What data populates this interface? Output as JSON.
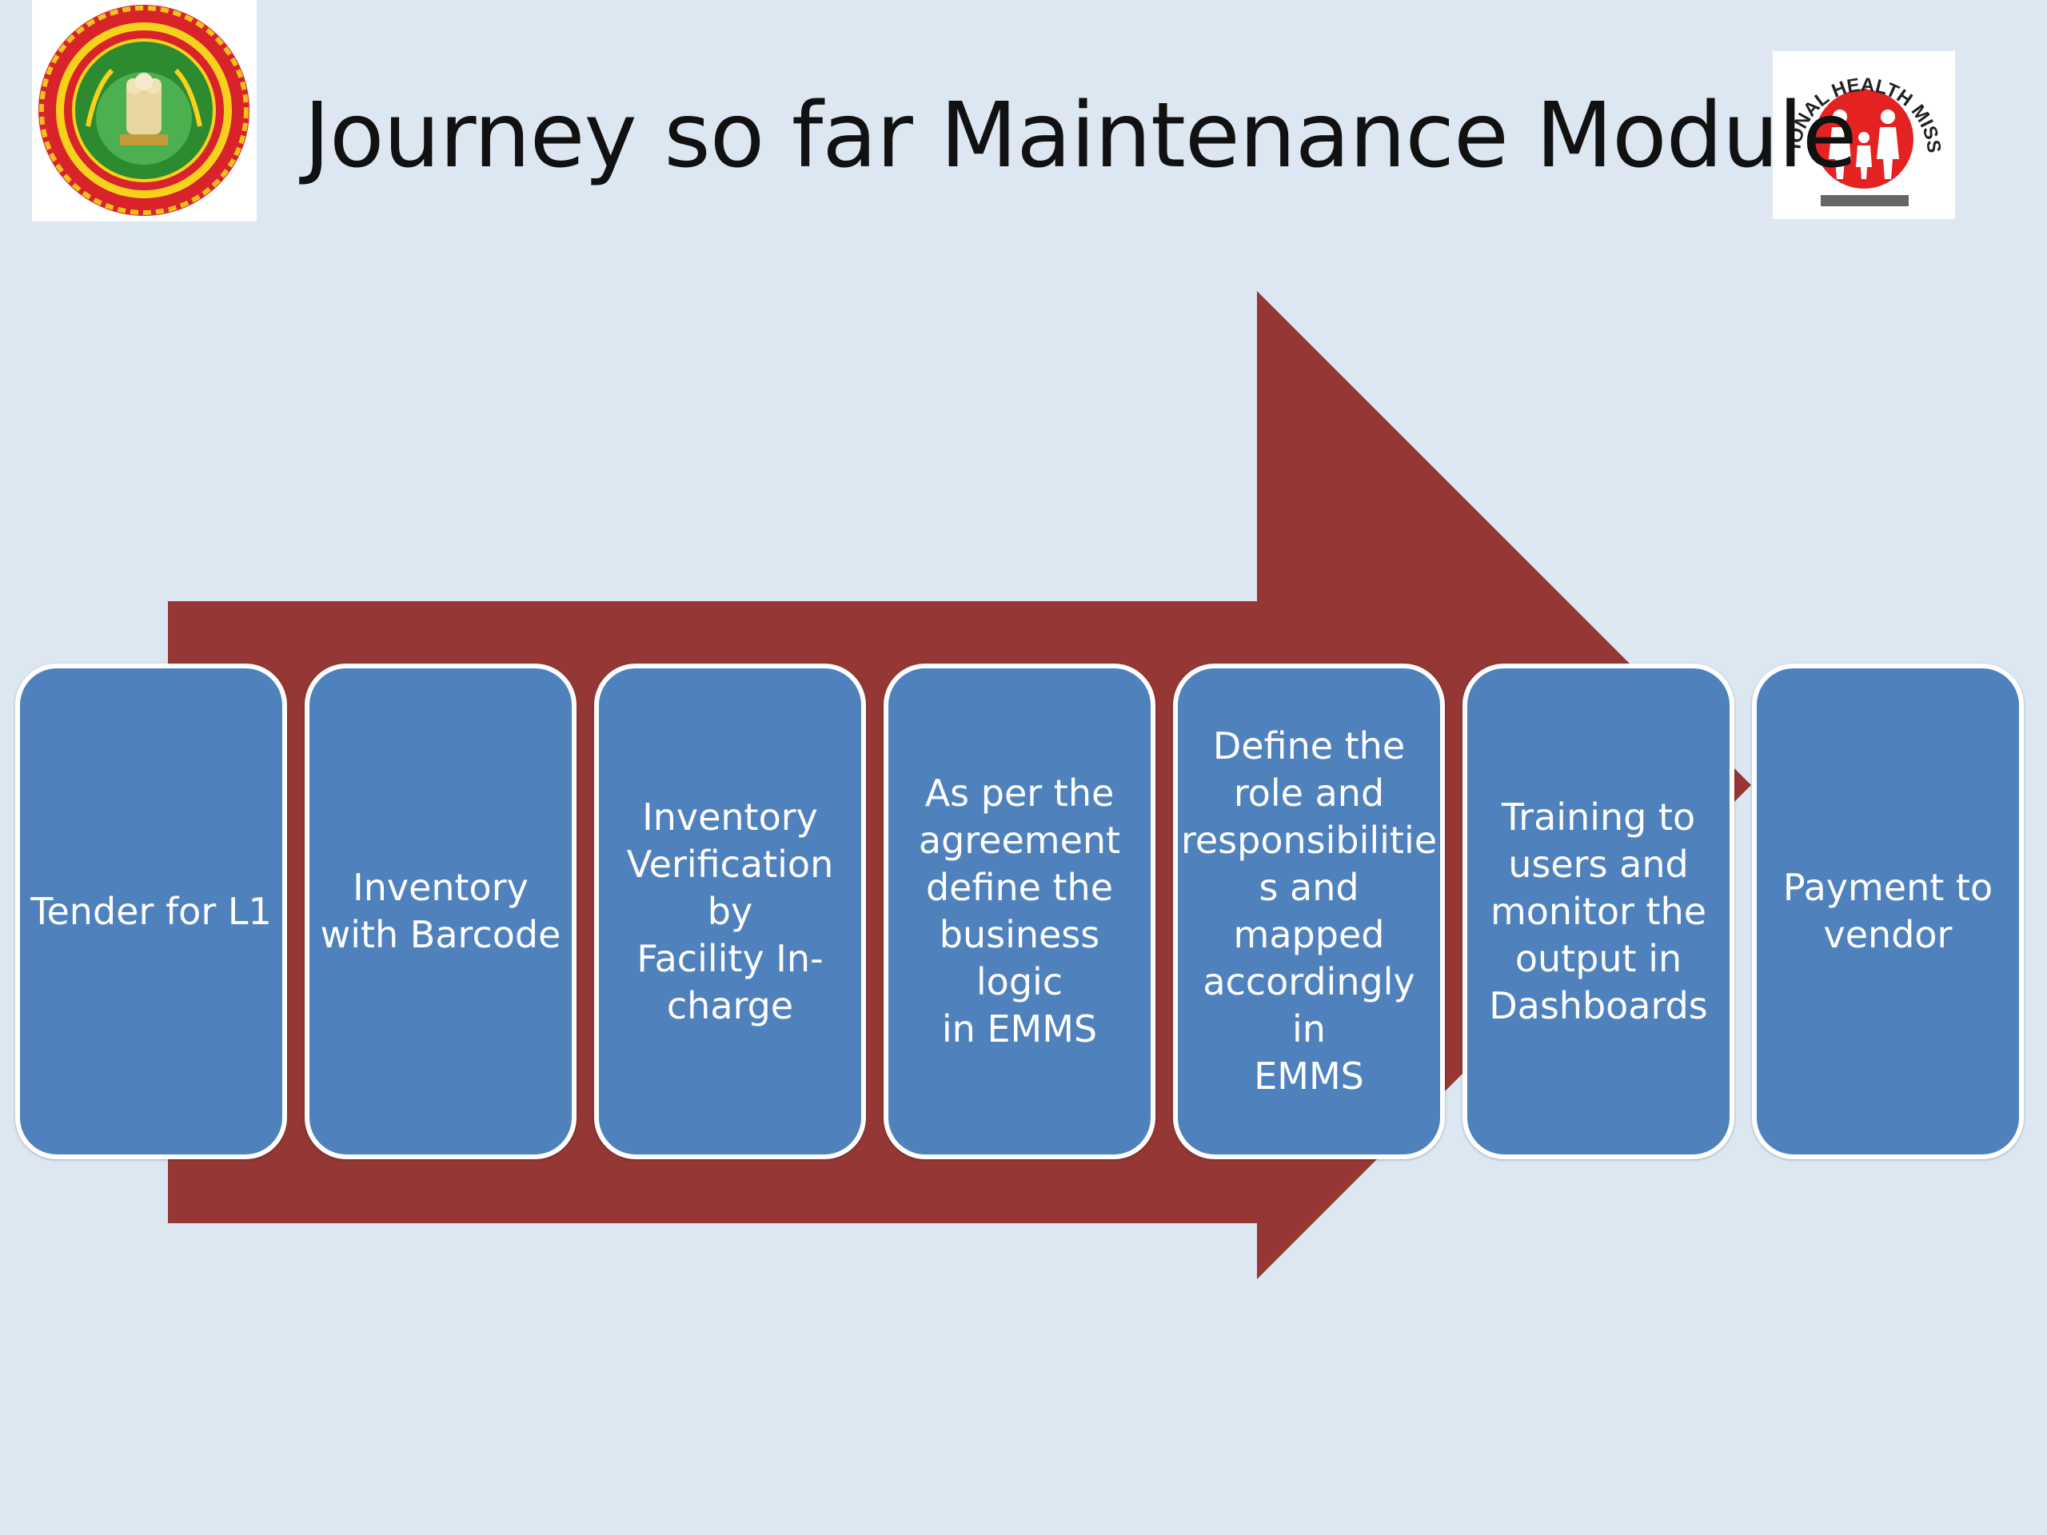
{
  "slide": {
    "title": "Journey so far Maintenance Module",
    "logos": {
      "left": {
        "name": "madhya-pradesh-emblem"
      },
      "right": {
        "name": "national-health-mission-logo",
        "text": "NATIONAL HEALTH MISSION"
      }
    }
  },
  "flow": {
    "arrow_color": "#953735",
    "box_color": "#4f81bd",
    "steps": [
      {
        "label": "Tender for L1"
      },
      {
        "label": "Inventory\nwith Barcode"
      },
      {
        "label": "Inventory\nVerification by\nFacility In-\ncharge"
      },
      {
        "label": "As per the\nagreement\ndefine the\nbusiness logic\nin EMMS"
      },
      {
        "label": "Define the\nrole and\nresponsibilitie\ns and mapped\naccordingly in\nEMMS"
      },
      {
        "label": "Training to\nusers and\nmonitor the\noutput in\nDashboards"
      },
      {
        "label": "Payment to\nvendor"
      }
    ]
  }
}
